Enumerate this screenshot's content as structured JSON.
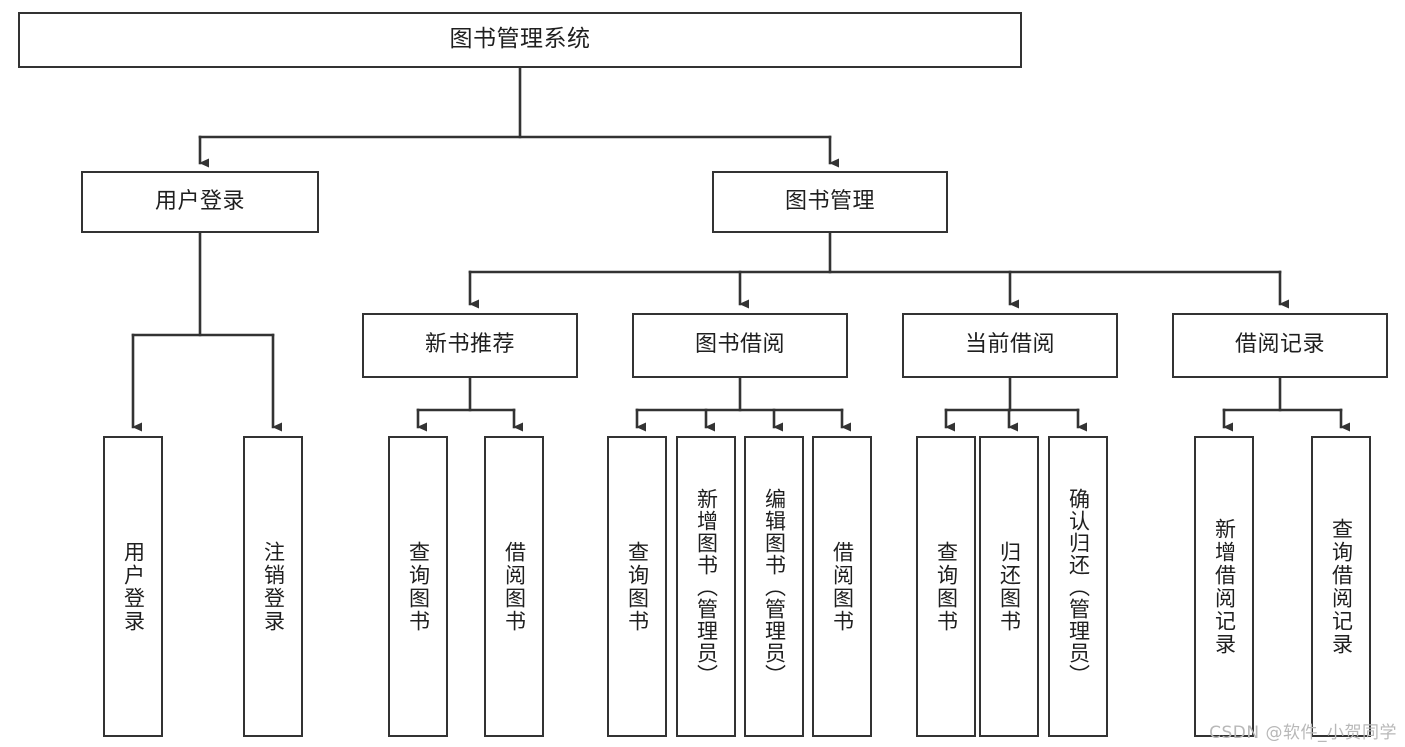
{
  "diagram": {
    "title": "图书管理系统",
    "type": "tree-hierarchy-diagram",
    "watermark": "CSDN @软件_小贺同学",
    "colors": {
      "background": "#ffffff",
      "box_border": "#333333",
      "box_fill": "#ffffff",
      "text": "#1f1f1f",
      "edge": "#333333",
      "watermark": "#b8b8b8"
    },
    "nodes": {
      "root": {
        "label": "图书管理系统"
      },
      "level1": [
        {
          "label": "用户登录"
        },
        {
          "label": "图书管理"
        }
      ],
      "level2": [
        {
          "label": "新书推荐"
        },
        {
          "label": "图书借阅"
        },
        {
          "label": "当前借阅"
        },
        {
          "label": "借阅记录"
        }
      ],
      "leaves": {
        "user_login": [
          {
            "label": "用户登录"
          },
          {
            "label": "注销登录"
          }
        ],
        "new_book_recommend": [
          {
            "label": "查询图书"
          },
          {
            "label": "借阅图书"
          }
        ],
        "book_borrow": [
          {
            "label": "查询图书"
          },
          {
            "label": "新增图书（管理员）"
          },
          {
            "label": "编辑图书（管理员）"
          },
          {
            "label": "借阅图书"
          }
        ],
        "current_borrow": [
          {
            "label": "查询图书"
          },
          {
            "label": "归还图书"
          },
          {
            "label": "确认归还（管理员）"
          }
        ],
        "borrow_record": [
          {
            "label": "新增借阅记录"
          },
          {
            "label": "查询借阅记录"
          }
        ]
      }
    }
  }
}
